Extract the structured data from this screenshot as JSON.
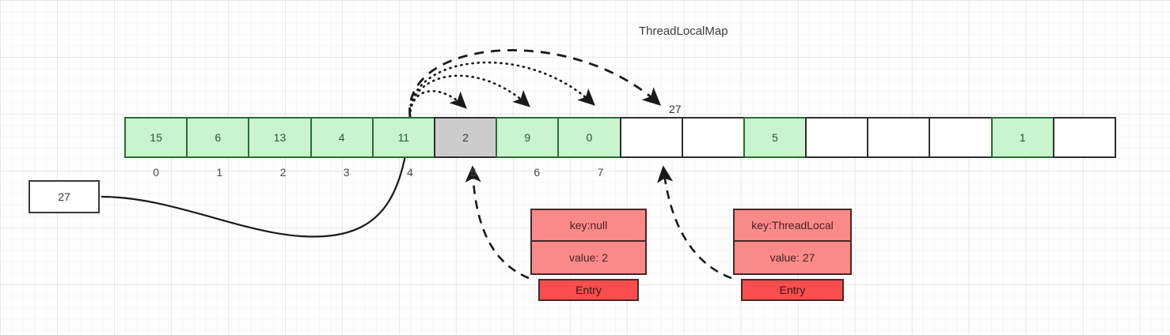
{
  "diagram": {
    "title": "ThreadLocalMap",
    "source_box": {
      "value": "27"
    },
    "arrow_label_27": "27",
    "array": {
      "cells": [
        {
          "value": "15",
          "state": "green"
        },
        {
          "value": "6",
          "state": "green"
        },
        {
          "value": "13",
          "state": "green"
        },
        {
          "value": "4",
          "state": "green"
        },
        {
          "value": "11",
          "state": "green"
        },
        {
          "value": "2",
          "state": "gray"
        },
        {
          "value": "9",
          "state": "green"
        },
        {
          "value": "0",
          "state": "green"
        },
        {
          "value": "",
          "state": "empty"
        },
        {
          "value": "",
          "state": "empty"
        },
        {
          "value": "5",
          "state": "green"
        },
        {
          "value": "",
          "state": "empty"
        },
        {
          "value": "",
          "state": "empty"
        },
        {
          "value": "",
          "state": "empty"
        },
        {
          "value": "1",
          "state": "green"
        },
        {
          "value": "",
          "state": "empty"
        }
      ],
      "indices": [
        "0",
        "1",
        "2",
        "3",
        "4",
        "5",
        "6",
        "7"
      ]
    },
    "entries": [
      {
        "key": "key:null",
        "value": "value: 2",
        "label": "Entry"
      },
      {
        "key": "key:ThreadLocal",
        "value": "value: 27",
        "label": "Entry"
      }
    ],
    "colors": {
      "cell_green_fill": "#c8f5cd",
      "cell_green_border": "#2b6b35",
      "cell_gray_fill": "#cccccc",
      "cell_border": "#2f2f2f",
      "entry_light": "#fa8a8a",
      "entry_dark": "#fa4d4d",
      "stroke": "#1a1a1a"
    }
  }
}
